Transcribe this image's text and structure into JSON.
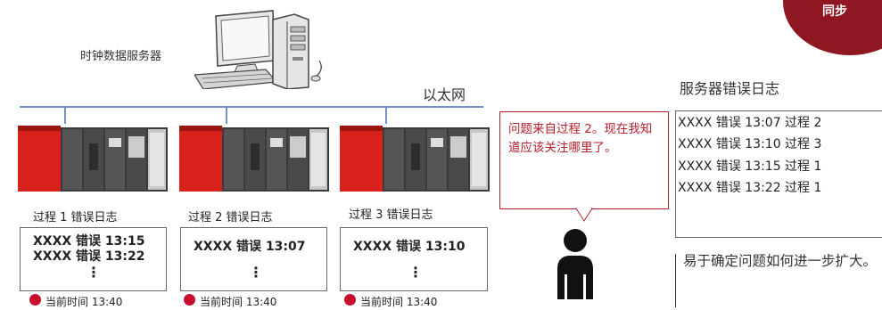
{
  "server": {
    "label": "时钟数据服务器"
  },
  "network": {
    "label": "以太网"
  },
  "badge": {
    "text": "同步"
  },
  "processes": [
    {
      "label": "过程 1 错误日志",
      "log": [
        "XXXX 错误 13:15",
        "XXXX 错误 13:22"
      ],
      "dots": "⋮",
      "time": "当前时间 13:40"
    },
    {
      "label": "过程 2 错误日志",
      "log": [
        "XXXX 错误 13:07"
      ],
      "dots": "⋮",
      "time": "当前时间 13:40"
    },
    {
      "label": "过程 3 错误日志",
      "log": [
        "XXXX 错误 13:10"
      ],
      "dots": "⋮",
      "time": "当前时间 13:40"
    }
  ],
  "speech": {
    "text": "问题来自过程 2。现在我知道应该关注哪里了。"
  },
  "server_log": {
    "title": "服务器错误日志",
    "entries": [
      "XXXX 错误 13:07 过程 2",
      "XXXX 错误 13:10 过程 3",
      "XXXX 错误 13:15 过程 1",
      "XXXX 错误 13:22 过程 1"
    ]
  },
  "note": {
    "text": "易于确定问题如何进一步扩大。"
  },
  "colors": {
    "accent_red": "#c8102e",
    "dark_red": "#8e1722",
    "network_blue": "#6f93c8",
    "speech_red": "#b3202b"
  }
}
